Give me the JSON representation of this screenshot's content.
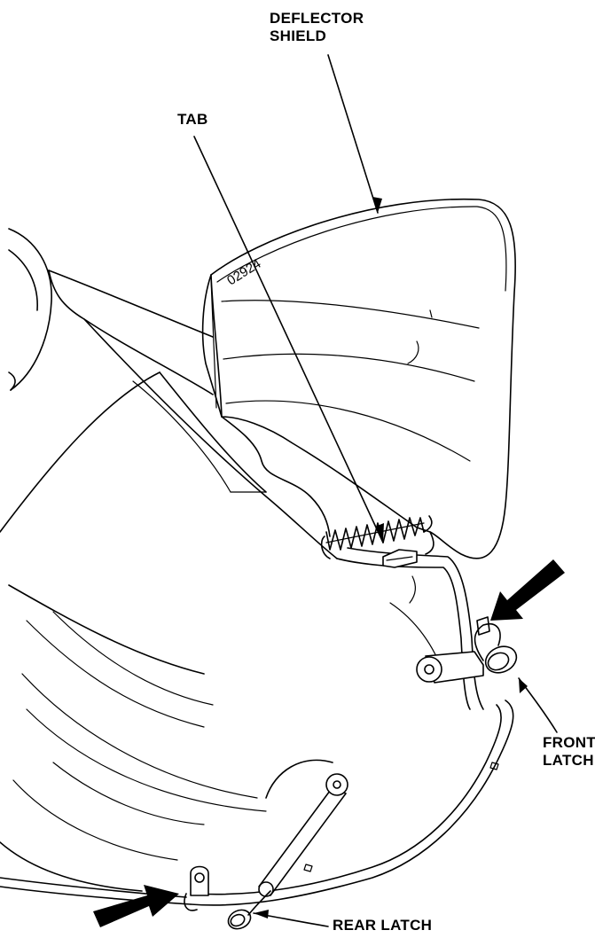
{
  "labels": {
    "deflector_shield": [
      "DEFLECTOR",
      "SHIELD"
    ],
    "tab": "TAB",
    "front_latch": [
      "FRONT",
      "LATCH"
    ],
    "rear_latch": "REAR LATCH",
    "part_number": "02924"
  },
  "colors": {
    "line": "#000000",
    "background": "#ffffff"
  }
}
